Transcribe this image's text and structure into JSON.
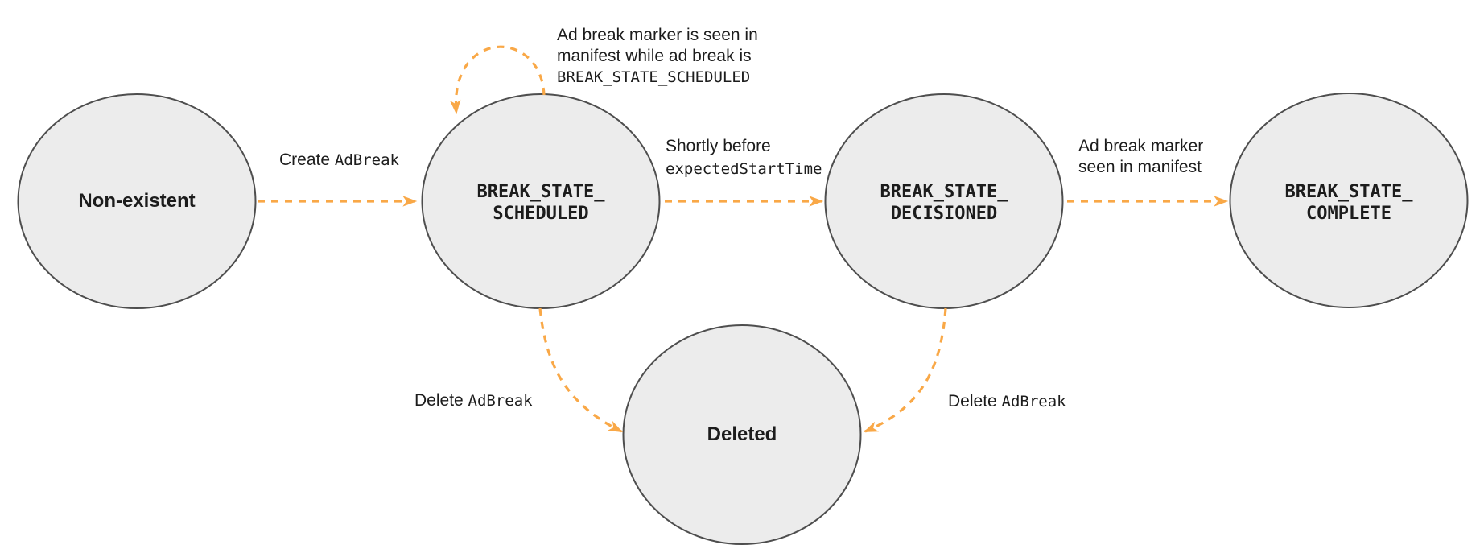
{
  "theme": {
    "arrow-color": "#F9A847",
    "node-fill": "#ECECEC",
    "node-stroke": "#4E4E4E",
    "text-color": "#1C1C1C",
    "bg": "#FFFFFF"
  },
  "nodes": {
    "non_existent": {
      "label": "Non-existent"
    },
    "scheduled": {
      "line1": "BREAK_STATE_",
      "line2": "SCHEDULED"
    },
    "decisioned": {
      "line1": "BREAK_STATE_",
      "line2": "DECISIONED"
    },
    "complete": {
      "line1": "BREAK_STATE_",
      "line2": "COMPLETE"
    },
    "deleted": {
      "label": "Deleted"
    }
  },
  "edge_labels": {
    "create": {
      "plain": "Create ",
      "code": "AdBreak"
    },
    "self_loop": {
      "line1": "Ad break marker is seen in",
      "line2": "manifest while ad break is",
      "code": "BREAK_STATE_SCHEDULED"
    },
    "decision": {
      "plain": "Shortly before",
      "code": "expectedStartTime"
    },
    "complete": {
      "line1": "Ad break marker",
      "line2": "seen in manifest"
    },
    "delete_left": {
      "plain": "Delete ",
      "code": "AdBreak"
    },
    "delete_right": {
      "plain": "Delete ",
      "code": "AdBreak"
    }
  }
}
